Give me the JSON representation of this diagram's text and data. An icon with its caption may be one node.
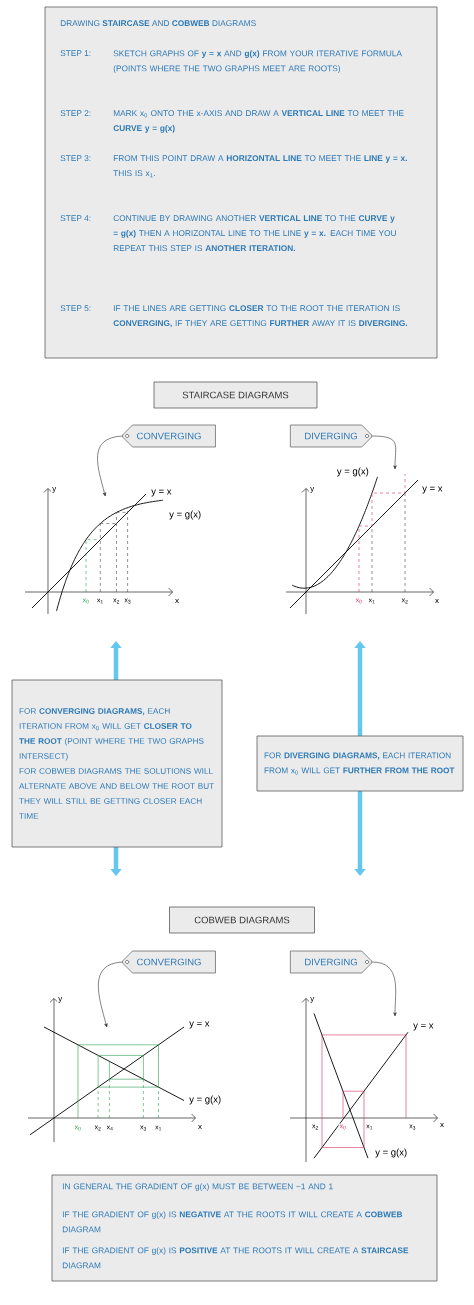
{
  "diagram": {
    "nodes": [
      {
        "text": [
          "DRAWING **STAIRCASE** AND **COBWEB** DIAGRAMS",
          "STEP 1:",
          "SKETCH GRAPHS OF **y = x** AND **g(x)** FROM YOUR ITERATIVE FORMULA (POINTS WHERE THE TWO GRAPHS MEET ARE ROOTS)",
          "STEP 2:",
          "MARK x$_{0}$ ONTO THE x-AXIS AND DRAW A **VERTICAL LINE** TO MEET THE **CURVE y = g(x)**",
          "STEP 3:",
          "FROM THIS POINT DRAW A **HORIZONTAL LINE** TO MEET THE **LINE y = x.** THIS IS x$_{1}$.",
          "STEP 4:",
          "CONTINUE BY DRAWING ANOTHER **VERTICAL LINE** TO THE **CURVE y = g(x)** THEN A HORIZONTAL LINE TO THE LINE **y = x.** EACH TIME YOU REPEAT THIS STEP IS **ANOTHER ITERATION.**",
          "STEP 5:",
          "IF THE LINES ARE GETTING **CLOSER** TO THE ROOT THE ITERATION IS **CONVERGING,** IF THEY ARE GETTING **FURTHER** AWAY IT IS **DIVERGING.**"
        ]
      },
      {
        "text": [
          "STAIRCASE DIAGRAMS"
        ]
      },
      {
        "text": [
          "CONVERGING"
        ]
      },
      {
        "text": [
          "DIVERGING"
        ]
      },
      {
        "text": [],
        "shape": "picture"
      },
      {
        "text": [],
        "shape": "picture"
      },
      {
        "text": [
          "FOR **CONVERGING DIAGRAMS,** EACH ITERATION FROM x$_{0}$ WILL GET **CLOSER TO THE ROOT** (POINT WHERE THE TWO GRAPHS INTERSECT)",
          "FOR COBWEB DIAGRAMS THE SOLUTIONS WILL ALTERNATE ABOVE AND BELOW THE ROOT BUT THEY WILL STILL BE GETTING CLOSER EACH TIME"
        ]
      },
      {
        "text": [
          "FOR **DIVERGING DIAGRAMS,** EACH ITERATION FROM x$_{0}$ WILL GET **FURTHER FROM THE ROOT**"
        ]
      },
      {
        "text": [
          "COBWEB DIAGRAMS"
        ]
      },
      {
        "text": [
          "CONVERGING"
        ]
      },
      {
        "text": [
          "DIVERGING"
        ]
      },
      {
        "text": [],
        "shape": "picture"
      },
      {
        "text": [],
        "shape": "picture"
      },
      {
        "text": [
          "IN GENERAL THE GRADIENT OF g(x) MUST BE BETWEEN −1 AND 1",
          "IF THE GRADIENT OF g(x) IS **NEGATIVE** AT THE ROOTS IT WILL CREATE A **COBWEB** DIAGRAM",
          "IF THE GRADIENT OF g(x) IS **POSITIVE** AT THE ROOTS IT WILL CREATE A **STAIRCASE** DIAGRAM"
        ]
      }
    ],
    "edges": [
      {
        "from": 2,
        "to": 4,
        "arrow": "to"
      },
      {
        "from": 3,
        "to": 5,
        "arrow": "to"
      },
      {
        "from": 9,
        "to": 11,
        "arrow": "to"
      },
      {
        "from": 10,
        "to": 12,
        "arrow": "to"
      }
    ],
    "labels": [
      "y",
      "y = x",
      "y = g(x)",
      "x$_{0}$",
      "x$_{1}$",
      "x$_{2}$",
      "x$_{3}$",
      "x",
      "y = g(x)",
      "y",
      "y = x",
      "x$_{0}$",
      "x$_{1}$",
      "x$_{2}$",
      "x",
      "y",
      "y = x",
      "y = g(x)",
      "x$_{0}$",
      "x$_{2}$",
      "x$_{4}$",
      "x$_{3}$",
      "x$_{1}$",
      "x",
      "y",
      "y = x",
      "x$_{2}$",
      "x$_{0}$",
      "x$_{1}$",
      "x$_{3}$",
      "x",
      "y = g(x)"
    ]
  }
}
